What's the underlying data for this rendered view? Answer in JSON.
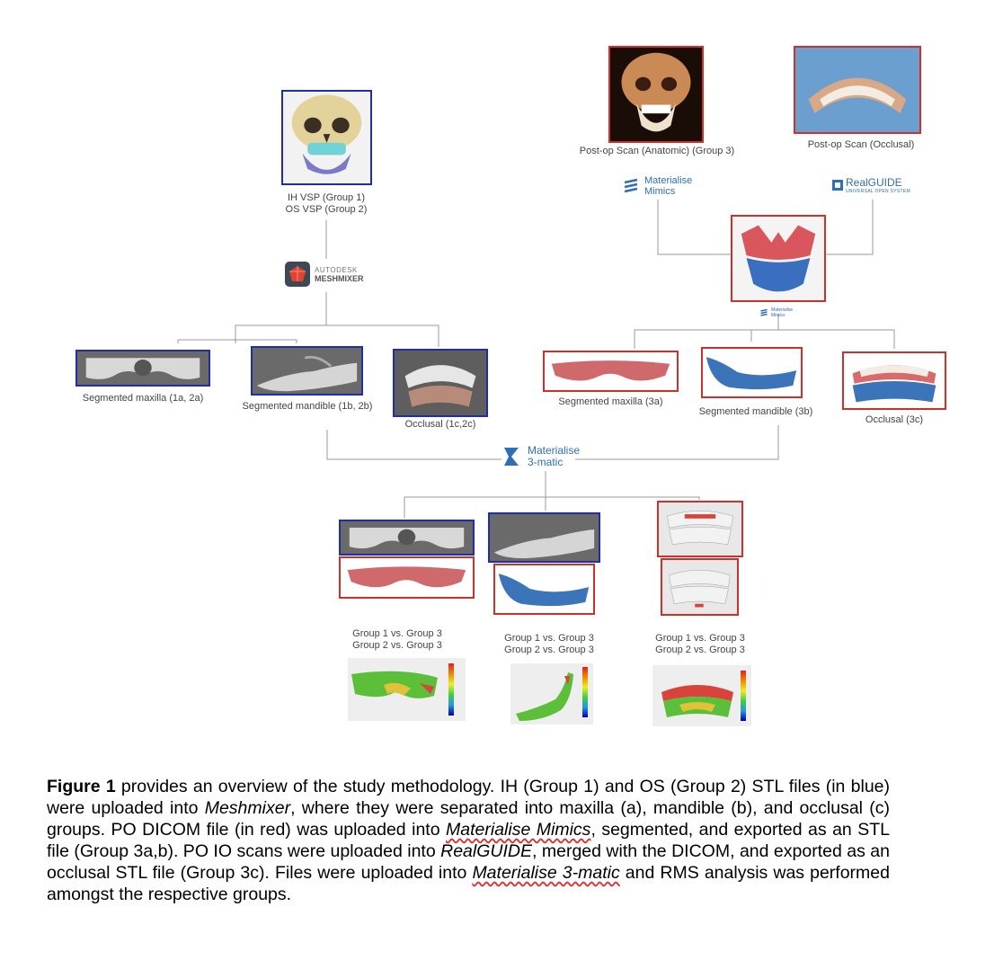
{
  "colors": {
    "blue_frame": "#1f2fa3",
    "red_frame": "#d0302a",
    "connector": "#9a9a9a",
    "logo_blue": "#2f6fb3"
  },
  "left_branch": {
    "source_label_1": "IH VSP (Group 1)",
    "source_label_2": "OS VSP (Group 2)",
    "software_brand": "AUTODESK",
    "software_name": "MESHMIXER",
    "segments": [
      {
        "label": "Segmented maxilla (1a, 2a)"
      },
      {
        "label": "Segmented mandible  (1b, 2b)"
      },
      {
        "label": "Occlusal (1c,2c)"
      }
    ]
  },
  "right_branch": {
    "anatomic_label": "Post-op Scan (Anatomic) (Group 3)",
    "occlusal_label": "Post-op Scan (Occlusal)",
    "mimics_line1": "Materialise",
    "mimics_line2": "Mimics",
    "realguide_name": "RealGUIDE",
    "realguide_sub": "UNIVERSAL OPEN SYSTEM",
    "mimics_small_1": "Materialise",
    "mimics_small_2": "Mimics",
    "segments": [
      {
        "label": "Segmented maxilla (3a)"
      },
      {
        "label": "Segmented mandible (3b)"
      },
      {
        "label": "Occlusal (3c)"
      }
    ]
  },
  "merge": {
    "brand_line1": "Materialise",
    "brand_line2": "3-matic"
  },
  "comparisons": [
    {
      "line1": "Group 1 vs. Group 3",
      "line2": "Group 2 vs. Group 3"
    },
    {
      "line1": "Group 1 vs. Group 3",
      "line2": "Group 2 vs. Group 3"
    },
    {
      "line1": "Group 1 vs. Group 3",
      "line2": "Group 2 vs. Group 3"
    }
  ],
  "caption": {
    "bold": "Figure 1",
    "t1": " provides an overview of the study methodology. IH (Group 1) and OS (Group 2) STL files (in blue) were uploaded into ",
    "i1": "Meshmixer",
    "t2": ", where they were separated into maxilla (a), mandible (b), and occlusal (c) groups. PO DICOM file (in red) was uploaded into ",
    "i2": "Materialise Mimics",
    "t3": ", segmented, and exported as an STL file (Group 3a,b). PO IO scans were uploaded into ",
    "i3": "RealGUIDE",
    "t4": ", merged with the DICOM, and exported as an occlusal STL file (Group 3c). Files  were uploaded into ",
    "i4": "Materialise 3-matic",
    "t5": " and RMS analysis was performed amongst the respective groups."
  }
}
